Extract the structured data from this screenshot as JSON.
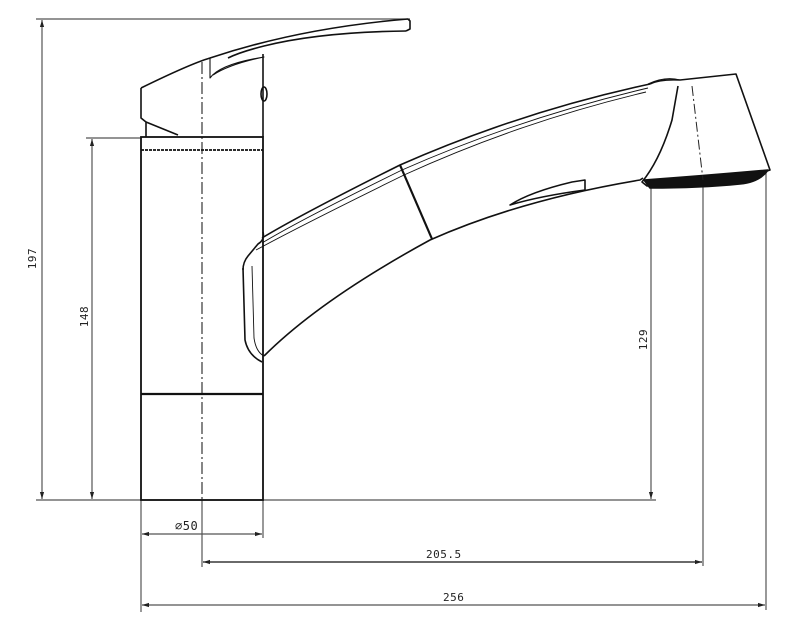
{
  "drawing": {
    "subject": "Pull-out spout kitchen faucet, side elevation",
    "units": "mm",
    "line_color": "#000000",
    "dim_line_color": "#555555",
    "background": "#ffffff"
  },
  "dimensions": {
    "overall_height": {
      "value": "197",
      "orientation": "vertical"
    },
    "body_height": {
      "value": "148",
      "orientation": "vertical"
    },
    "spout_outlet_height": {
      "value": "129",
      "orientation": "vertical"
    },
    "body_diameter": {
      "value": "⌀50",
      "orientation": "horizontal"
    },
    "spout_reach_from_axis": {
      "value": "205.5",
      "orientation": "horizontal"
    },
    "overall_length": {
      "value": "256",
      "orientation": "horizontal"
    }
  }
}
